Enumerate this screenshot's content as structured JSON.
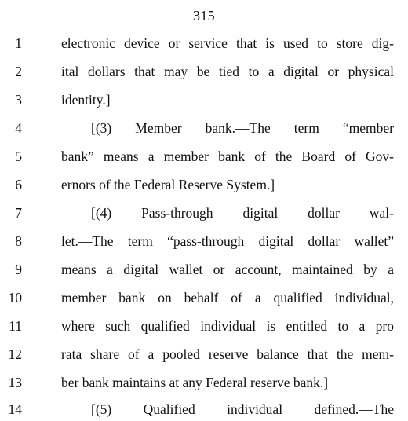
{
  "page_number": "315",
  "lines": [
    {
      "num": "1",
      "text": "electronic device or service that is used to store dig-"
    },
    {
      "num": "2",
      "text": "ital dollars that may be tied to a digital or physical"
    },
    {
      "num": "3",
      "text": "identity.]"
    },
    {
      "num": "4",
      "text": "[(3) Member bank.—The term “member"
    },
    {
      "num": "5",
      "text": "bank” means a member bank of the Board of Gov-"
    },
    {
      "num": "6",
      "text": "ernors of the Federal Reserve System.]"
    },
    {
      "num": "7",
      "text": "[(4) Pass-through digital dollar wal-"
    },
    {
      "num": "8",
      "text": "let.—The term “pass-through digital dollar wallet”"
    },
    {
      "num": "9",
      "text": "means a digital wallet or account, maintained by a"
    },
    {
      "num": "10",
      "text": "member bank on behalf of a qualified individual,"
    },
    {
      "num": "11",
      "text": "where such qualified individual is entitled to a pro"
    },
    {
      "num": "12",
      "text": "rata share of a pooled reserve balance that the mem-"
    },
    {
      "num": "13",
      "text": "ber bank maintains at any Federal reserve bank.]"
    },
    {
      "num": "14",
      "text": "[(5) Qualified individual defined.—The"
    }
  ]
}
